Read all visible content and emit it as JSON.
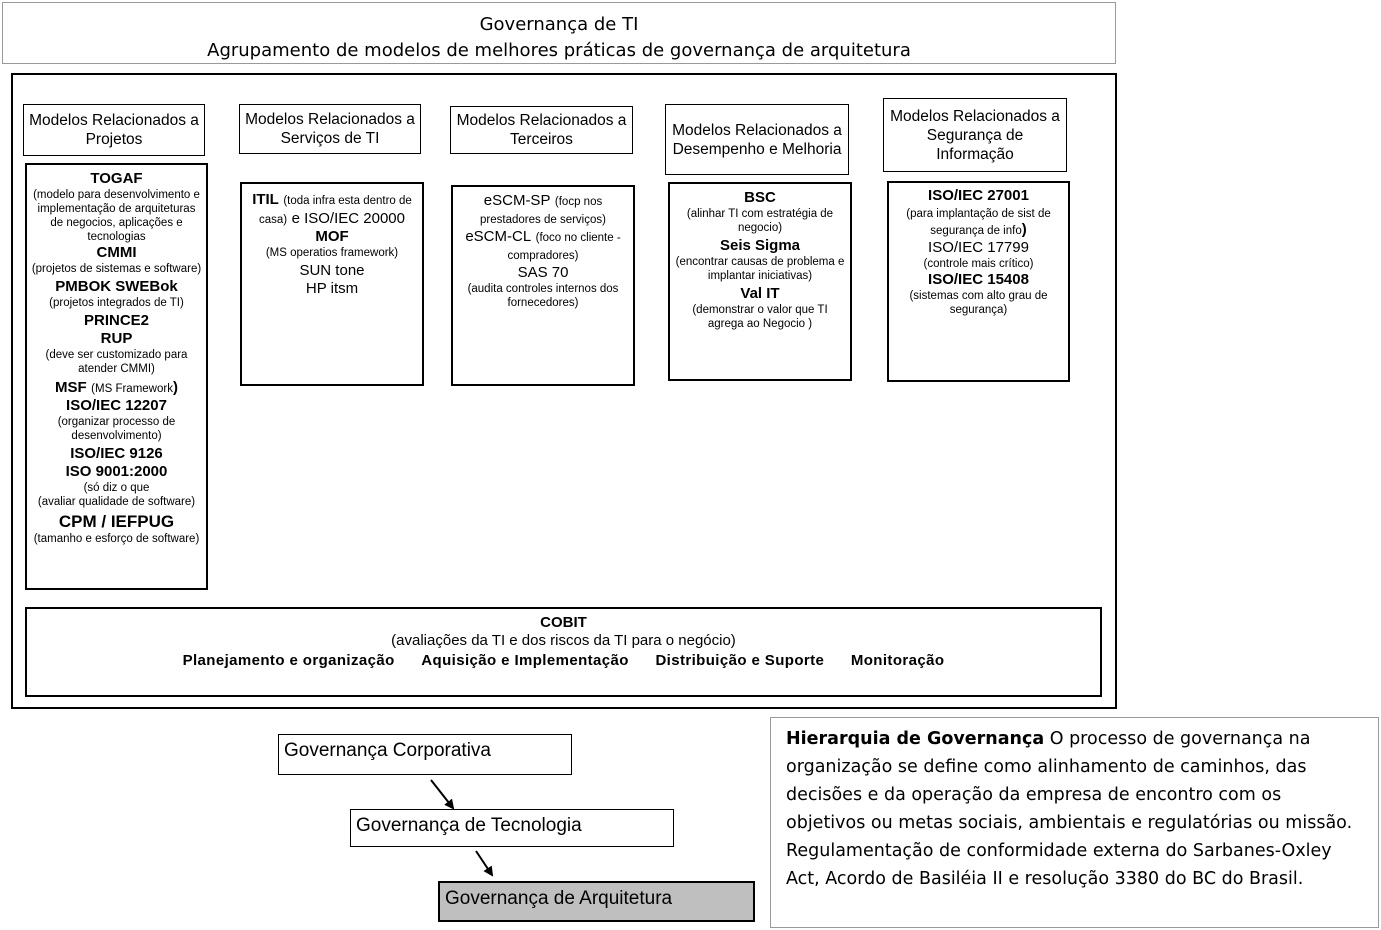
{
  "title": {
    "line1": "Governança de TI",
    "line2": "Agrupamento de modelos de melhores práticas de governança de arquitetura"
  },
  "columns": {
    "projetos": {
      "header": "Modelos Relacionados a Projetos",
      "togaf": "TOGAF",
      "togaf_desc": "(modelo para desenvolvimento e implementação de arquiteturas de negocios, aplicações e tecnologias",
      "cmmi": "CMMI",
      "cmmi_desc": "(projetos de sistemas e software)",
      "pmbok": "PMBOK  SWEBok",
      "pmbok_desc": "(projetos integrados de TI)",
      "prince": "PRINCE2",
      "rup": "RUP",
      "rup_desc": "(deve ser customizado para atender CMMI)",
      "msf": "MSF",
      "msf_desc": "(MS Framework",
      "msf_close": ")",
      "iso12207": "ISO/IEC 12207",
      "iso12207_desc": "(organizar processo de desenvolvimento)",
      "iso9126": "ISO/IEC 9126",
      "iso9001": "ISO 9001:2000",
      "iso9001_desc1": "(só diz o que",
      "iso9001_desc2": "(avaliar qualidade de software)",
      "cpm": "CPM / IEFPUG",
      "cpm_desc": "(tamanho e esforço de software)"
    },
    "servicos": {
      "header": "Modelos Relacionados a Serviços de TI",
      "itil": "ITIL",
      "itil_desc": "(toda infra esta dentro de casa)",
      "itil_tail": "e ISO/IEC 20000",
      "mof": "MOF",
      "mof_desc": "(MS operatios framework)",
      "sun": "SUN tone",
      "hp": "HP itsm"
    },
    "terceiros": {
      "header": "Modelos Relacionados a Terceiros",
      "escm_sp": "eSCM-SP",
      "escm_sp_desc": "(focp nos prestadores de serviços)",
      "escm_cl": "eSCM-CL",
      "escm_cl_desc": "(foco no cliente - compradores)",
      "sas": "SAS 70",
      "sas_desc": "(audita controles internos dos fornecedores)"
    },
    "desempenho": {
      "header": "Modelos Relacionados a Desempenho  e Melhoria",
      "bsc": "BSC",
      "bsc_desc": "(alinhar TI com estratégia de negocio)",
      "seis": "Seis Sigma",
      "seis_desc": "(encontrar causas de problema e implantar iniciativas)",
      "val": "Val IT",
      "val_desc": "(demonstrar o valor que TI agrega ao Negocio )"
    },
    "seguranca": {
      "header": "Modelos Relacionados a Segurança de Informação",
      "iso27001": "ISO/IEC 27001",
      "iso27001_desc": "(para implantação de sist de segurança de info",
      "iso27001_close": ")",
      "iso17799": "ISO/IEC 17799",
      "iso17799_desc": "(controle mais crítico)",
      "iso15408": "ISO/IEC 15408",
      "iso15408_desc": "(sistemas com alto grau de segurança)"
    }
  },
  "cobit": {
    "title": "COBIT",
    "subtitle": "(avaliações da TI e dos riscos da TI para o negócio)",
    "items": [
      "Planejamento  e organização",
      "Aquisição  e Implementação",
      "Distribuição  e Suporte",
      "Monitoração"
    ]
  },
  "hierarchy": {
    "corporativa": "Governança Corporativa",
    "tecnologia": "Governança de Tecnologia",
    "arquitetura": "Governança de Arquitetura",
    "highlight_color": "#bfbfbf"
  },
  "note": {
    "title": "Hierarquia de Governança",
    "text": " O processo de governança na organização se define como alinhamento de caminhos, das decisões e da operação da empresa de encontro com os objetivos ou metas sociais, ambientais e  regulatórias ou missão. Regulamentação de conformidade externa do Sarbanes-Oxley Act, Acordo de Basiléia II e resolução 3380 do BC do Brasil."
  }
}
